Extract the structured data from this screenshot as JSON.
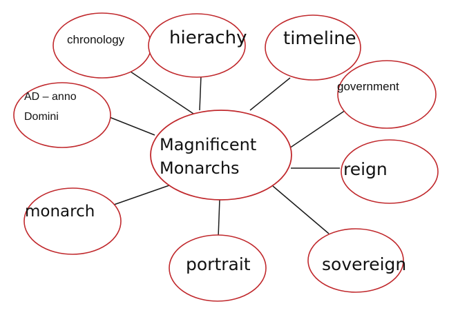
{
  "colors": {
    "ellipse_stroke": "#c0282c",
    "connector": "#1a1a1a",
    "text": "#111111"
  },
  "center": {
    "line1": "Magnificent",
    "line2": "Monarchs"
  },
  "nodes": [
    {
      "id": "chronology",
      "text": "chronology"
    },
    {
      "id": "hierachy",
      "text": "hierachy"
    },
    {
      "id": "timeline",
      "text": "timeline"
    },
    {
      "id": "government",
      "text": "government"
    },
    {
      "id": "ad-anno-domini",
      "line1": "AD – anno",
      "line2": "Domini"
    },
    {
      "id": "reign",
      "text": "reign"
    },
    {
      "id": "monarch",
      "text": "monarch"
    },
    {
      "id": "portrait",
      "text": "portrait"
    },
    {
      "id": "sovereign",
      "text": "sovereign"
    }
  ]
}
